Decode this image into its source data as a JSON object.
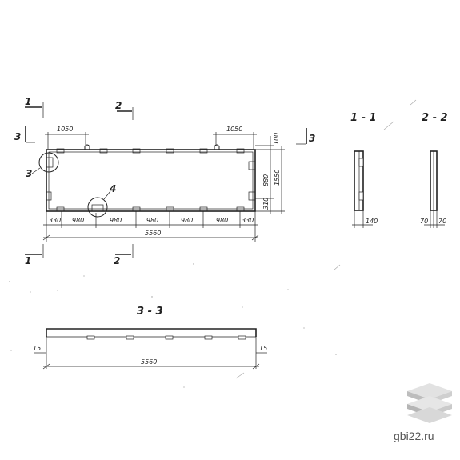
{
  "plan": {
    "sections": [
      "1",
      "2",
      "3"
    ],
    "callouts": [
      "3",
      "4"
    ],
    "dims_top": [
      "1050",
      "1050",
      "100"
    ],
    "dims_right": [
      "1550",
      "880",
      "310"
    ],
    "dims_bottom": [
      "330",
      "980",
      "980",
      "980",
      "980",
      "980",
      "330"
    ],
    "overall": "5560"
  },
  "section_11": {
    "title": "1 - 1",
    "dim": "140"
  },
  "section_22": {
    "title": "2 - 2",
    "dim_left": "70",
    "dim_right": "70"
  },
  "section_33": {
    "title": "3 - 3",
    "dim_left": "15",
    "dim_right": "15",
    "overall": "5560"
  },
  "watermark": {
    "site": "gbi22.ru",
    "logo": "stacked-slabs-logo"
  }
}
